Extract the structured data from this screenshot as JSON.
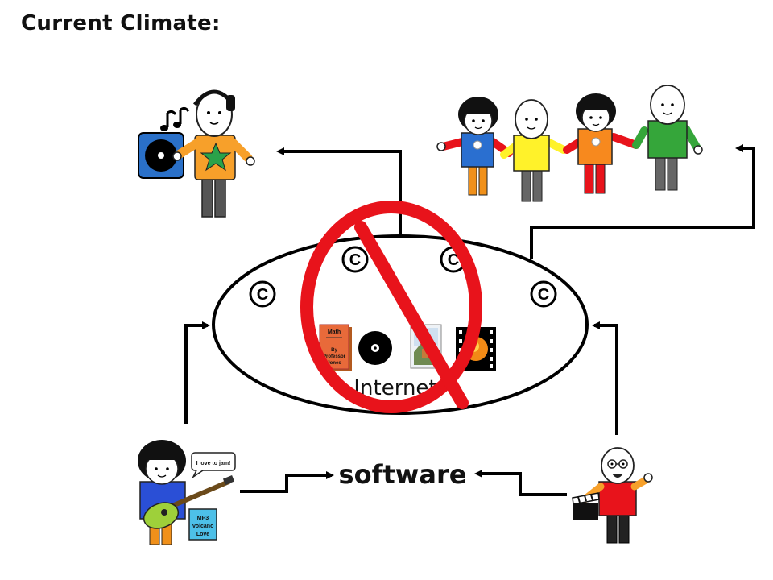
{
  "title": "Current Climate:",
  "center": {
    "label": "Internet",
    "copyright_symbol": "C"
  },
  "software": {
    "label": "software"
  },
  "book": {
    "title": "Math",
    "byline": "By",
    "author_line1": "Professor",
    "author_line2": "Jones"
  },
  "speech_bubble": {
    "text": "I love to jam!"
  },
  "mp3_card": {
    "line1": "MP3",
    "line2": "Volcano",
    "line3": "Love"
  },
  "colors": {
    "prohibition": "#e8131b",
    "arrow": "#000000",
    "ellipse_stroke": "#000000"
  }
}
